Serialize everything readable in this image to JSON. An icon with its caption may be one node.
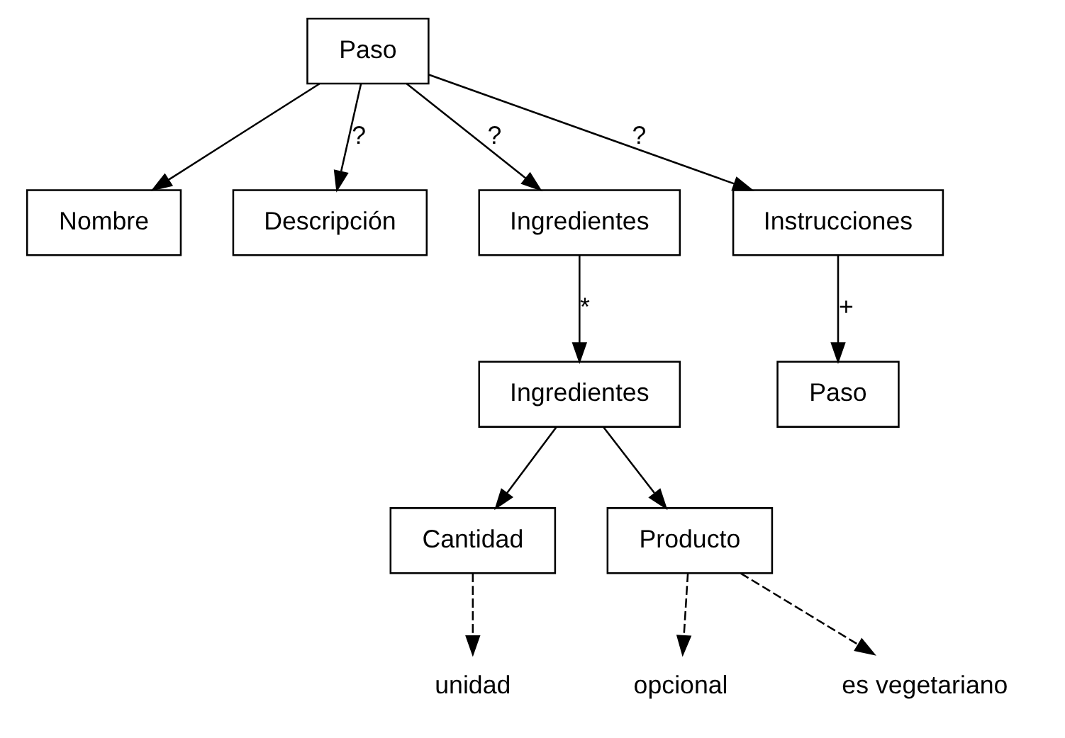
{
  "diagram": {
    "nodes": [
      {
        "text": [
          "Paso"
        ]
      },
      {
        "text": [
          "Nombre"
        ]
      },
      {
        "text": [
          "Descripción"
        ]
      },
      {
        "text": [
          "Ingredientes"
        ]
      },
      {
        "text": [
          "Instrucciones"
        ]
      },
      {
        "text": [
          "Ingredientes"
        ]
      },
      {
        "text": [
          "Paso"
        ]
      },
      {
        "text": [
          "Cantidad"
        ]
      },
      {
        "text": [
          "Producto"
        ]
      },
      {
        "text": [
          "unidad"
        ]
      },
      {
        "text": [
          "opcional"
        ]
      },
      {
        "text": [
          "es vegetariano"
        ]
      }
    ],
    "edges": [
      {
        "from": 0,
        "to": 1,
        "arrow": "to"
      },
      {
        "from": 0,
        "to": 2,
        "arrow": "to",
        "label": "?"
      },
      {
        "from": 0,
        "to": 3,
        "arrow": "to",
        "label": "?"
      },
      {
        "from": 0,
        "to": 4,
        "arrow": "to",
        "label": "?"
      },
      {
        "from": 3,
        "to": 5,
        "arrow": "to",
        "label": "*"
      },
      {
        "from": 4,
        "to": 6,
        "arrow": "to",
        "label": "+"
      },
      {
        "from": 5,
        "to": 7,
        "arrow": "to"
      },
      {
        "from": 5,
        "to": 8,
        "arrow": "to"
      },
      {
        "from": 7,
        "to": 9,
        "arrow": "to",
        "style": "dashed"
      },
      {
        "from": 8,
        "to": 10,
        "arrow": "to",
        "style": "dashed"
      },
      {
        "from": 8,
        "to": 11,
        "arrow": "to",
        "style": "dashed"
      }
    ]
  }
}
